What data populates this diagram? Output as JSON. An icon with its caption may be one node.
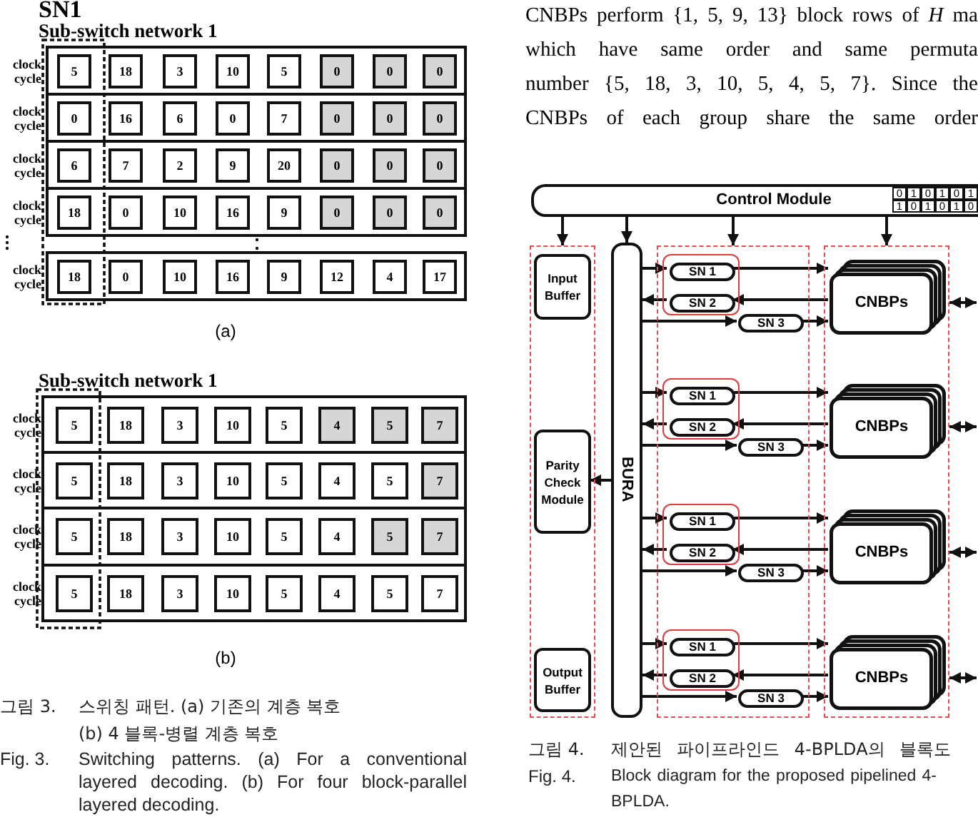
{
  "diagram": {
    "nodes": [
      {
        "text": [
          "Control Module"
        ]
      },
      {
        "text": [],
        "shape": "box"
      },
      {
        "text": [
          "Input Buffer"
        ],
        "in": 1
      },
      {
        "text": [
          "Parity Check Module"
        ],
        "in": 1
      },
      {
        "text": [
          "Output Buffer"
        ],
        "in": 1
      },
      {
        "text": [
          "BURA"
        ]
      },
      {
        "text": [],
        "shape": "box"
      },
      {
        "text": [],
        "shape": "box"
      },
      {
        "text": [],
        "shape": "box",
        "in": 6
      },
      {
        "text": [
          "SN 1"
        ],
        "in": 8
      },
      {
        "text": [
          "SN 2"
        ],
        "in": 8
      },
      {
        "text": [
          "SN 3"
        ],
        "in": 6
      },
      {
        "text": [
          "CNBPs"
        ],
        "in": 7
      },
      {
        "text": [],
        "shape": "box",
        "in": 6
      },
      {
        "text": [
          "SN 1"
        ],
        "in": 13
      },
      {
        "text": [
          "SN 2"
        ],
        "in": 13
      },
      {
        "text": [
          "SN 3"
        ],
        "in": 6
      },
      {
        "text": [
          "CNBPs"
        ],
        "in": 7
      },
      {
        "text": [],
        "shape": "box",
        "in": 6
      },
      {
        "text": [
          "SN 1"
        ],
        "in": 18
      },
      {
        "text": [
          "SN 2"
        ],
        "in": 18
      },
      {
        "text": [
          "SN 3"
        ],
        "in": 6
      },
      {
        "text": [
          "CNBPs"
        ],
        "in": 7
      },
      {
        "text": [],
        "shape": "box",
        "in": 6
      },
      {
        "text": [
          "SN 1"
        ],
        "in": 23
      },
      {
        "text": [
          "SN 2"
        ],
        "in": 23
      },
      {
        "text": [
          "SN 3"
        ],
        "in": 6
      },
      {
        "text": [
          "CNBPs"
        ],
        "in": 7
      }
    ],
    "edges": [
      {
        "from": 0,
        "to": 1,
        "arrow": "to"
      },
      {
        "from": 0,
        "to": 5,
        "arrow": "to"
      },
      {
        "from": 0,
        "to": 6,
        "arrow": "to"
      },
      {
        "from": 0,
        "to": 7,
        "arrow": "to"
      },
      {
        "from": 5,
        "to": 3,
        "arrow": "to"
      },
      {
        "from": 5,
        "to": 9,
        "arrow": "to"
      },
      {
        "from": 9,
        "to": 12,
        "arrow": "to"
      },
      {
        "from": 12,
        "to": 10,
        "arrow": "to"
      },
      {
        "from": 10,
        "to": 5,
        "arrow": "to"
      },
      {
        "from": 5,
        "to": 11,
        "arrow": "to"
      },
      {
        "from": 11,
        "to": 12,
        "arrow": "to"
      },
      {
        "from": 12,
        "to": null,
        "arrow": "both"
      },
      {
        "from": 5,
        "to": 14,
        "arrow": "to"
      },
      {
        "from": 14,
        "to": 17,
        "arrow": "to"
      },
      {
        "from": 17,
        "to": 15,
        "arrow": "to"
      },
      {
        "from": 15,
        "to": 5,
        "arrow": "to"
      },
      {
        "from": 5,
        "to": 16,
        "arrow": "to"
      },
      {
        "from": 16,
        "to": 17,
        "arrow": "to"
      },
      {
        "from": 17,
        "to": null,
        "arrow": "both"
      },
      {
        "from": 5,
        "to": 19,
        "arrow": "to"
      },
      {
        "from": 19,
        "to": 22,
        "arrow": "to"
      },
      {
        "from": 22,
        "to": 20,
        "arrow": "to"
      },
      {
        "from": 20,
        "to": 5,
        "arrow": "to"
      },
      {
        "from": 5,
        "to": 21,
        "arrow": "to"
      },
      {
        "from": 21,
        "to": 22,
        "arrow": "to"
      },
      {
        "from": 22,
        "to": null,
        "arrow": "both"
      },
      {
        "from": 5,
        "to": 24,
        "arrow": "to"
      },
      {
        "from": 24,
        "to": 27,
        "arrow": "to"
      },
      {
        "from": 27,
        "to": 25,
        "arrow": "to"
      },
      {
        "from": 25,
        "to": 5,
        "arrow": "to"
      },
      {
        "from": 5,
        "to": 26,
        "arrow": "to"
      },
      {
        "from": 26,
        "to": 27,
        "arrow": "to"
      },
      {
        "from": 27,
        "to": null,
        "arrow": "both"
      }
    ],
    "labels": [
      "CNBPs perform {1, 5, 9, 13} block rows of *H* ma",
      "which have same order and same permuta",
      "number {5, 18, 3, 10, 5, 4, 5, 7}. Since the",
      "CNBPs of each group share the same order",
      "SN1",
      "Sub-switch network 1",
      "clock cycle",
      "clock cycle",
      "clock cycle",
      "clock cycle",
      "clock cycle",
      "5",
      "18",
      "3",
      "10",
      "5",
      "0",
      "0",
      "0",
      "0",
      "16",
      "6",
      "0",
      "7",
      "0",
      "0",
      "0",
      "6",
      "7",
      "2",
      "9",
      "20",
      "0",
      "0",
      "0",
      "18",
      "0",
      "10",
      "16",
      "9",
      "0",
      "0",
      "0",
      "18",
      "0",
      "10",
      "16",
      "9",
      "12",
      "4",
      "17",
      "(a)",
      "Sub-switch network 1",
      "clock cycle",
      "clock cycle",
      "clock cycle",
      "clock cycle",
      "5",
      "18",
      "3",
      "10",
      "5",
      "4",
      "5",
      "7",
      "5",
      "18",
      "3",
      "10",
      "5",
      "4",
      "5",
      "7",
      "5",
      "18",
      "3",
      "10",
      "5",
      "4",
      "5",
      "7",
      "5",
      "18",
      "3",
      "10",
      "5",
      "4",
      "5",
      "7",
      "(b)",
      "그림 3.",
      "스위칭 패턴. (a) 기존의 계층 복호",
      "(b) 4 블록-병렬 계층 복호",
      "Fig. 3.",
      "Switching patterns. (a) For a conventional layered decoding. (b) For four block-parallel layered decoding.",
      "0",
      "1",
      "0",
      "1",
      "0",
      "1",
      "1",
      "0",
      "1",
      "0",
      "1",
      "0",
      "그림 4.",
      "제안된 파이프라인드 4-BPLDA의 블록도",
      "Fig. 4.",
      "Block diagram for the proposed pipelined 4-BPLDA."
    ]
  }
}
